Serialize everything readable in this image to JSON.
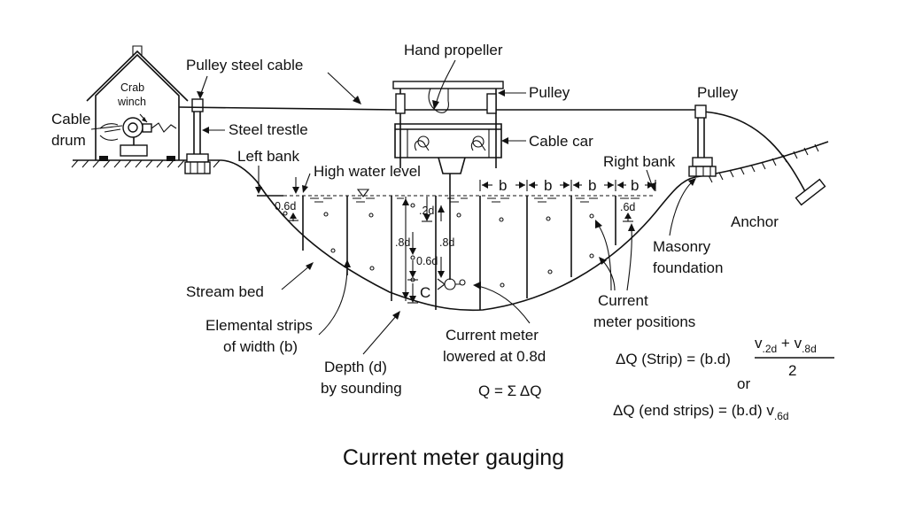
{
  "caption": "Current meter gauging",
  "labels": {
    "crab": "Crab",
    "winch": "winch",
    "cable": "Cable",
    "drum": "drum",
    "pulley_steel_cable": "Pulley steel cable",
    "steel_trestle": "Steel trestle",
    "left_bank": "Left bank",
    "hand_propeller": "Hand propeller",
    "pulley_center": "Pulley",
    "cable_car": "Cable car",
    "high_water_level": "High water level",
    "pulley_right": "Pulley",
    "right_bank": "Right bank",
    "anchor": "Anchor",
    "masonry": "Masonry",
    "foundation": "foundation",
    "stream_bed": "Stream bed",
    "elemental_strips_1": "Elemental strips",
    "elemental_strips_2": "of width (b)",
    "depth_1": "Depth (d)",
    "depth_2": "by sounding",
    "current_meter_1": "Current meter",
    "current_meter_2": "lowered at 0.8d",
    "current_meter_positions_1": "Current",
    "current_meter_positions_2": "meter positions",
    "point_c": "C"
  },
  "dimensions": {
    "d06_left": "0.6d",
    "d02": ".2d",
    "d08_a": ".8d",
    "d06_mid": "0.6d",
    "d08_b": ".8d",
    "d06_right": ".6d",
    "b": "b"
  },
  "formulas": {
    "q_sum": "Q = Σ ΔQ",
    "strip_prefix": "ΔQ (Strip) = (b.d)",
    "v": "v",
    "sub_2d": ".2d",
    "plus": " + ",
    "sub_8d": ".8d",
    "denominator": "2",
    "or": "or",
    "end_prefix": "ΔQ (end strips) = (b.d) v",
    "sub_6d": ".6d"
  }
}
